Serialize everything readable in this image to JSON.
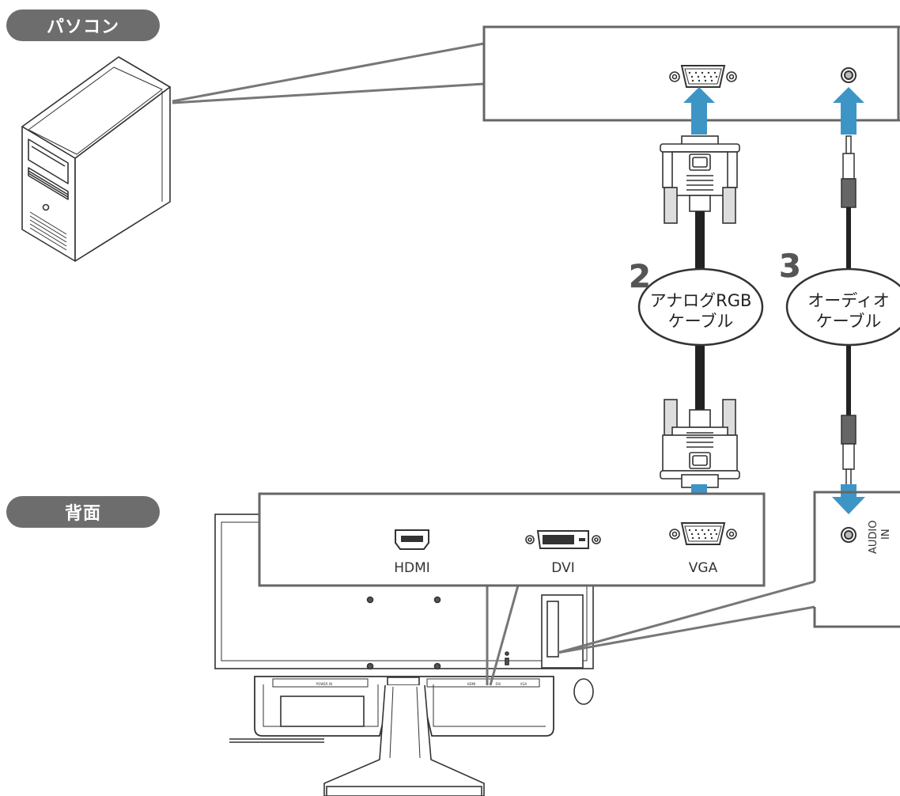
{
  "labels": {
    "pc": "パソコン",
    "rear": "背面"
  },
  "cables": {
    "rgb": {
      "number": "2",
      "line1": "アナログRGB",
      "line2": "ケーブル"
    },
    "audio": {
      "number": "3",
      "line1": "オーディオ",
      "line2": "ケーブル"
    }
  },
  "ports": {
    "hdmi": "HDMI",
    "dvi": "DVI",
    "vga": "VGA",
    "audio_line1": "AUDIO",
    "audio_line2": "IN"
  },
  "monitor_labels": {
    "power_in": "POWER IN",
    "hdmi": "HDMI",
    "dvi": "DVI",
    "vga": "VGA"
  },
  "colors": {
    "arrow": "#3d95c6",
    "pill": "#6d6d6d",
    "stroke": "#333333"
  },
  "icons": [
    "pc-tower-icon",
    "vga-port-icon",
    "audio-jack-icon",
    "hdmi-port-icon",
    "dvi-port-icon",
    "arrow-icon",
    "monitor-back-icon"
  ]
}
